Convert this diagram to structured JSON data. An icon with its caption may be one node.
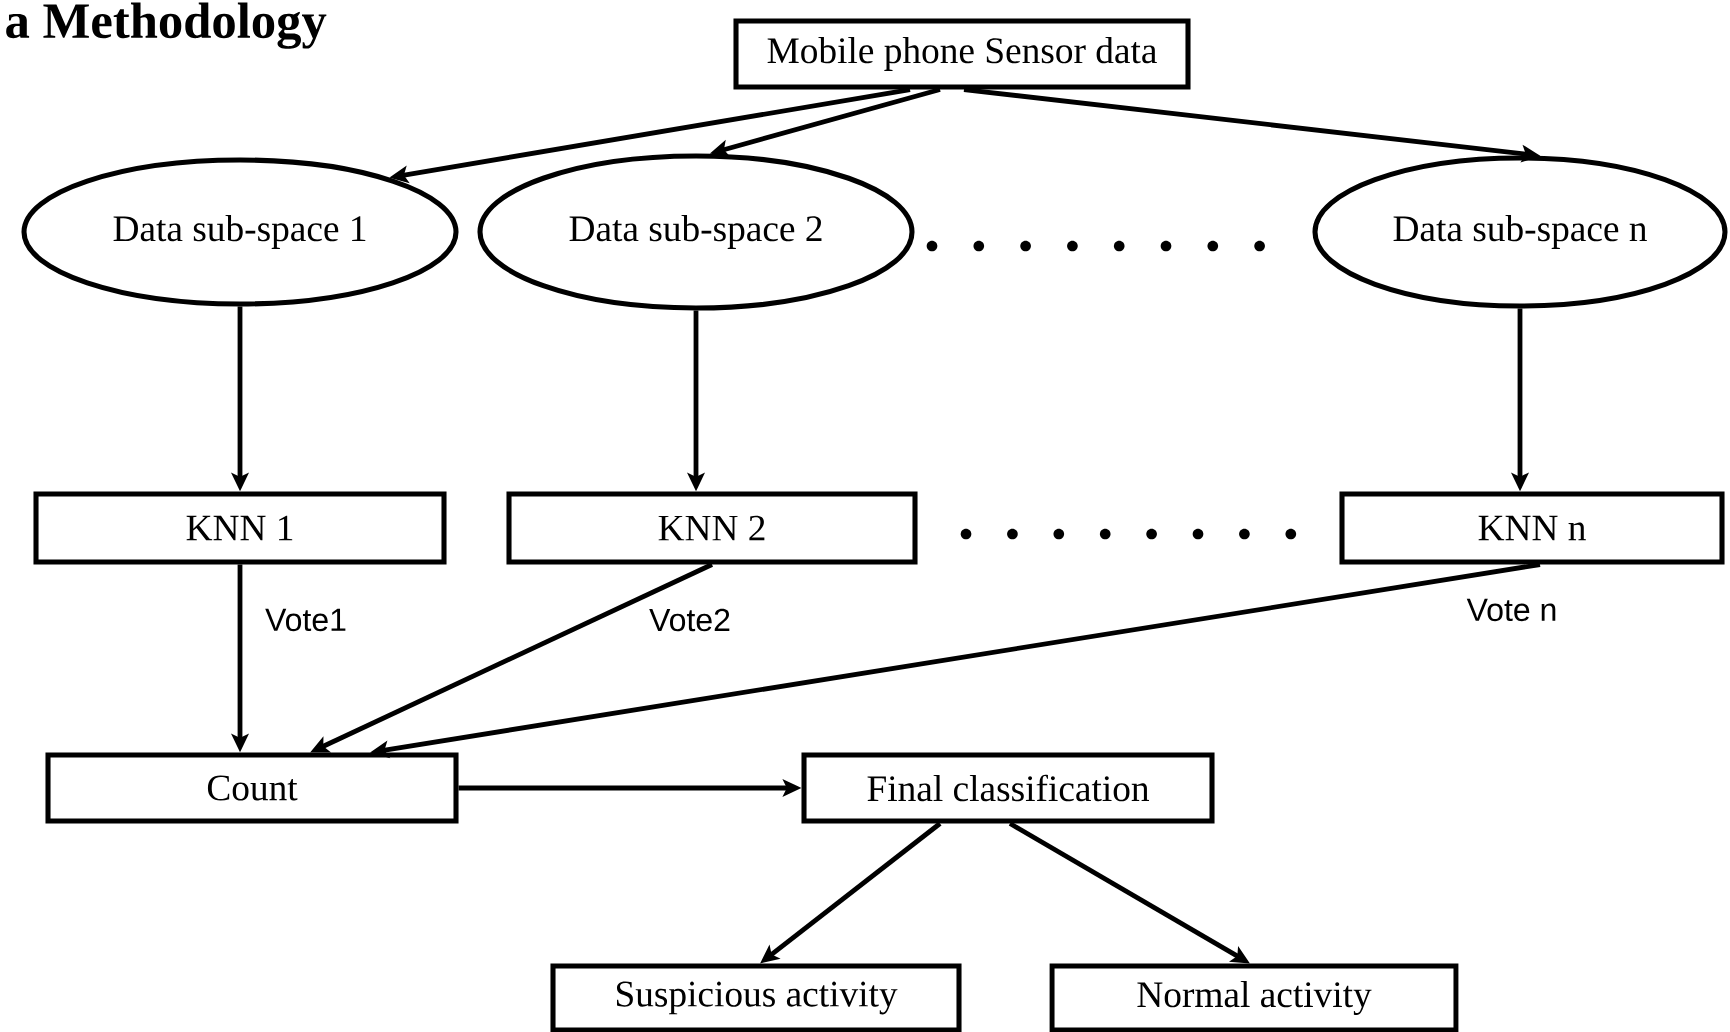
{
  "diagram": {
    "title": "a Methodology",
    "nodes": [
      {
        "text": [
          "Mobile phone Sensor data"
        ]
      },
      {
        "text": [
          "Data sub-space 1"
        ]
      },
      {
        "text": [
          "Data sub-space 2"
        ]
      },
      {
        "text": [
          "Data sub-space n"
        ]
      },
      {
        "text": [
          "KNN 1"
        ]
      },
      {
        "text": [
          "KNN 2"
        ]
      },
      {
        "text": [
          "KNN n"
        ]
      },
      {
        "text": [
          "Count"
        ]
      },
      {
        "text": [
          "Final classification"
        ]
      },
      {
        "text": [
          "Suspicious activity"
        ]
      },
      {
        "text": [
          "Normal activity"
        ]
      }
    ],
    "edges": [
      {
        "from": 0,
        "to": 1,
        "arrow": "to"
      },
      {
        "from": 0,
        "to": 2,
        "arrow": "to"
      },
      {
        "from": 0,
        "to": 3,
        "arrow": "to"
      },
      {
        "from": 1,
        "to": 4,
        "arrow": "to"
      },
      {
        "from": 2,
        "to": 5,
        "arrow": "to"
      },
      {
        "from": 3,
        "to": 6,
        "arrow": "to"
      },
      {
        "from": 4,
        "to": 7,
        "arrow": "to",
        "label": "Vote1"
      },
      {
        "from": 5,
        "to": 7,
        "arrow": "to",
        "label": "Vote2"
      },
      {
        "from": 6,
        "to": 7,
        "arrow": "to",
        "label": "Vote n"
      },
      {
        "from": 7,
        "to": 8,
        "arrow": "to"
      },
      {
        "from": 8,
        "to": 9,
        "arrow": "to"
      },
      {
        "from": 8,
        "to": 10,
        "arrow": "to"
      }
    ]
  }
}
